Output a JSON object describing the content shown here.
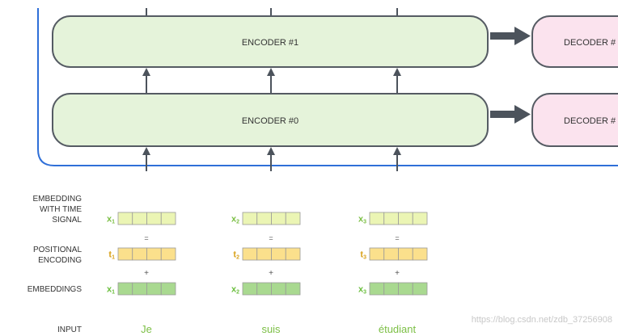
{
  "encoders": [
    {
      "label": "ENCODER #1"
    },
    {
      "label": "ENCODER #0"
    }
  ],
  "decoders": [
    {
      "label": "DECODER #"
    },
    {
      "label": "DECODER #"
    }
  ],
  "row_labels": {
    "embedding_with_time_signal": [
      "EMBEDDING",
      "WITH TIME",
      "SIGNAL"
    ],
    "positional_encoding": [
      "POSITIONAL",
      "ENCODING"
    ],
    "embeddings": "EMBEDDINGS",
    "input": "INPUT"
  },
  "columns": [
    {
      "signal_sym": "x",
      "signal_sub": "1",
      "pos_sym": "t",
      "pos_sub": "1",
      "emb_sym": "x",
      "emb_sub": "1",
      "word": "Je"
    },
    {
      "signal_sym": "x",
      "signal_sub": "2",
      "pos_sym": "t",
      "pos_sub": "2",
      "emb_sym": "x",
      "emb_sub": "2",
      "word": "suis"
    },
    {
      "signal_sym": "x",
      "signal_sub": "3",
      "pos_sym": "t",
      "pos_sub": "3",
      "emb_sym": "x",
      "emb_sub": "3",
      "word": "étudiant"
    }
  ],
  "operators": {
    "equals": "=",
    "plus": "+"
  },
  "watermark": "https://blog.csdn.net/zdb_37256908",
  "colors": {
    "encoder_fill": "#e5f3da",
    "decoder_fill": "#fbe3ee",
    "box_stroke": "#555b63",
    "frame_blue": "#2f6fd8",
    "signal_fill": "#ebf5b4",
    "signal_sym": "#7cbf45",
    "pos_fill": "#fbe08c",
    "pos_sym": "#d9a21b",
    "emb_fill": "#a9d990",
    "emb_sym": "#6cbf3f",
    "input_word": "#7cbf45",
    "label_text": "#333333",
    "arrow": "#4c535c"
  }
}
